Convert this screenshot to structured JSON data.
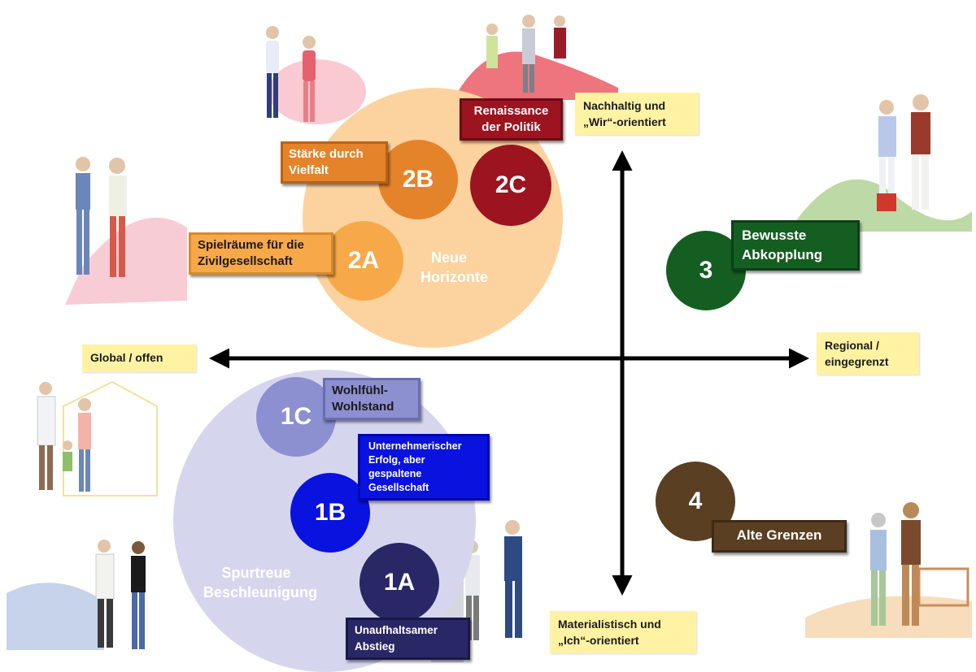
{
  "axes": {
    "top": "Nachhaltig und „Wir“-orientiert",
    "bottom": "Materialistisch und „Ich“-orientiert",
    "left": "Global / offen",
    "right": "Regional / eingegrenzt"
  },
  "clusters": {
    "neue_horizonte": "Neue Horizonte",
    "spurtreue": "Spurtreue Beschleunigung"
  },
  "scenarios": [
    {
      "id": "2A",
      "label": "Spielräume für die Zivilgesellschaft",
      "color": "#f7a94a"
    },
    {
      "id": "2B",
      "label": "Stärke durch Vielfalt",
      "color": "#e5832a"
    },
    {
      "id": "2C",
      "label": "Renaissance der Politik",
      "color": "#9b1420"
    },
    {
      "id": "1C",
      "label": "Wohlfühl-Wohlstand",
      "color": "#8c8fd0"
    },
    {
      "id": "1B",
      "label": "Unternehmerischer Erfolg, aber gespaltene Gesellschaft",
      "color": "#0a12e0"
    },
    {
      "id": "1A",
      "label": "Unaufhaltsamer Abstieg",
      "color": "#2a2766"
    },
    {
      "id": "3",
      "label": "Bewusste Abkopplung",
      "color": "#155e22"
    },
    {
      "id": "4",
      "label": "Alte Grenzen",
      "color": "#5a3f22"
    }
  ],
  "colors": {
    "neue_horizonte_bg": "#fcd39e",
    "spurtreue_bg": "#d5d6ee",
    "axis": "#000000",
    "axis_label_bg": "#fff3a3"
  }
}
